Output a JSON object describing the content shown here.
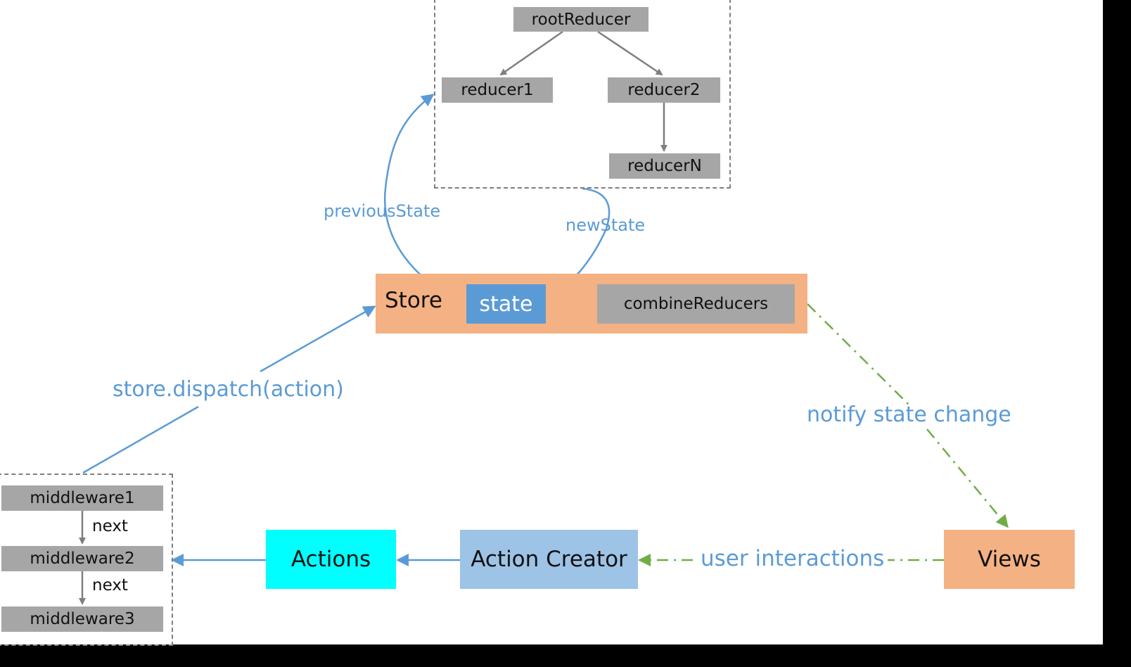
{
  "colors": {
    "blue_line": "#5b9bd5",
    "gray_line": "#7f7f7f",
    "green_line": "#70ad47",
    "store_orange": "#f4b183",
    "state_blue": "#5b9bd5",
    "node_gray": "#a6a6a6",
    "actions_cyan": "#00ffff",
    "action_creator_blue": "#9dc3e6"
  },
  "reducers": {
    "root": "rootReducer",
    "r1": "reducer1",
    "r2": "reducer2",
    "rn": "reducerN"
  },
  "store": {
    "title": "Store",
    "state": "state",
    "combine": "combineReducers"
  },
  "edge_labels": {
    "previous_state": "previousState",
    "new_state": "newState",
    "dispatch": "store.dispatch(action)",
    "notify": "notify state change",
    "user_interactions": "user interactions",
    "next1": "next",
    "next2": "next"
  },
  "middleware": {
    "m1": "middleware1",
    "m2": "middleware2",
    "m3": "middleware3"
  },
  "nodes": {
    "actions": "Actions",
    "action_creator": "Action Creator",
    "views": "Views"
  }
}
